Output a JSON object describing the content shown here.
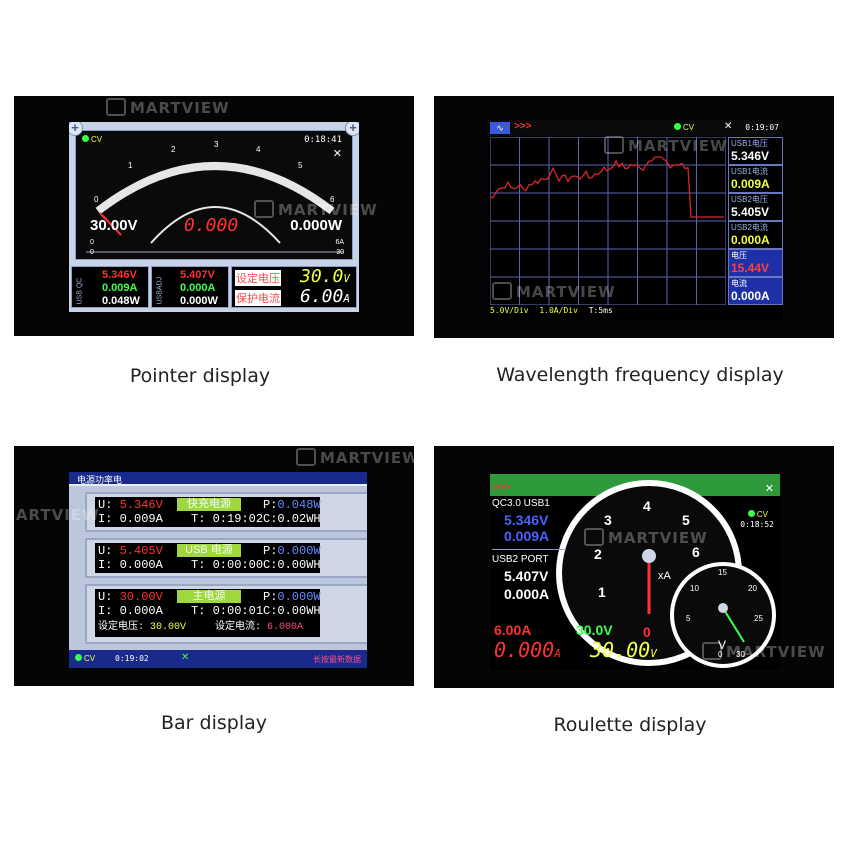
{
  "watermark": "MARTVIEW",
  "pointer": {
    "caption": "Pointer display",
    "mode": "CV",
    "time": "0:18:41",
    "scale": [
      "0",
      "1",
      "2",
      "3",
      "4",
      "5",
      "6"
    ],
    "voltage": "30.00V",
    "current": "0.000",
    "power": "0.000W",
    "bar1_left": "0",
    "bar1_right": "6A",
    "bar2_left": "0",
    "bar2_right": "30",
    "usbqc_label": "USB QC",
    "usbqc_v": "5.346V",
    "usbqc_a": "0.009A",
    "usbqc_w": "0.048W",
    "usbadj_label": "USBADJ",
    "usbadj_v": "5.407V",
    "usbadj_a": "0.000A",
    "usbadj_w": "0.000W",
    "set_v_label": "设定电压",
    "set_v": "30.0",
    "set_v_unit": "V",
    "prot_a_label": "保护电流",
    "prot_a": "6.00",
    "prot_a_unit": "A"
  },
  "wave": {
    "caption": "Wavelength frequency display",
    "mode": "CV",
    "time": "0:19:07",
    "usb1_v_label": "USB1电压",
    "usb1_v": "5.346V",
    "usb1_a_label": "USB1电流",
    "usb1_a": "0.009A",
    "usb2_v_label": "USB2电压",
    "usb2_v": "5.405V",
    "usb2_a_label": "USB2电流",
    "usb2_a": "0.000A",
    "v_label": "电压",
    "v": "15.44V",
    "a_label": "电流",
    "a": "0.000A",
    "div_v": "5.0V/Div",
    "div_a": "1.0A/Div",
    "div_t": "T:5ms",
    "trace_color": "#d8262c"
  },
  "bar": {
    "caption": "Bar display",
    "header": "电源功率电",
    "rows": [
      {
        "u": "5.346V",
        "i": "0.009A",
        "tag": "快充电源",
        "t": "0:19:02",
        "p": "0.048W",
        "c": "0.02WH"
      },
      {
        "u": "5.405V",
        "i": "0.000A",
        "tag": "USB 电源",
        "t": "0:00:00",
        "p": "0.000W",
        "c": "0.00WH"
      },
      {
        "u": "30.00V",
        "i": "0.000A",
        "tag": "主电源",
        "t": "0:00:01",
        "p": "0.000W",
        "c": "0.00WH"
      }
    ],
    "u_label": "U:",
    "i_label": "I:",
    "t_label": "T:",
    "p_label": "P:",
    "c_label": "C:",
    "set_v_label": "设定电压:",
    "set_v": "30.00V",
    "set_a_label": "设定电流:",
    "set_a": "6.000A",
    "status_mode": "CV",
    "status_time": "0:19:02",
    "status_note": "长按最新数据"
  },
  "roulette": {
    "caption": "Roulette display",
    "mode": "CV",
    "time": "0:18:52",
    "qc_label": "QC3.0 USB1",
    "qc_v": "5.346V",
    "qc_a": "0.009A",
    "usb2_label": "USB2 PORT",
    "usb2_v": "5.407V",
    "usb2_a": "0.000A",
    "set_a": "6.00A",
    "set_v": "30.0V",
    "out_a": "0.000",
    "out_a_unit": "A",
    "out_v": "30.00",
    "out_v_unit": "V",
    "big_dial": [
      "0",
      "1",
      "2",
      "3",
      "4",
      "5",
      "6"
    ],
    "big_unit": "xA",
    "small_dial": [
      "0",
      "5",
      "10",
      "15",
      "20",
      "25",
      "30"
    ],
    "small_unit": "V"
  }
}
